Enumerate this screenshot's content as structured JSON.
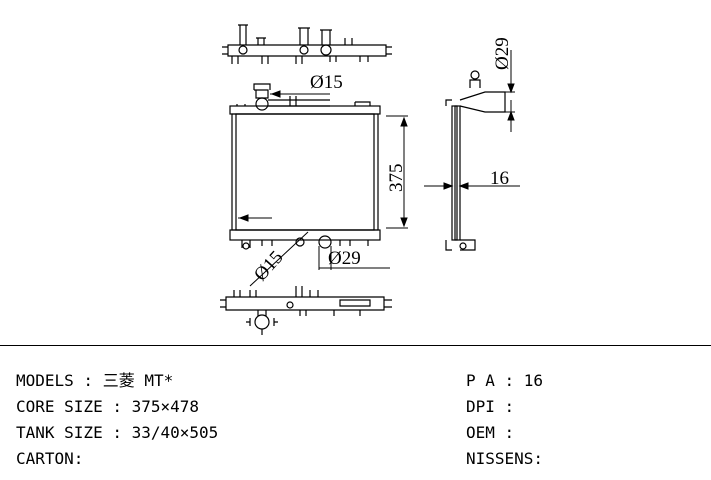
{
  "dimensions": {
    "top_outlet_diameter": "Ø15",
    "side_outlet_diameter": "Ø29",
    "core_height": "375",
    "core_thickness": "16",
    "bottom_outlet_diameter": "Ø29",
    "bottom_angled_diameter": "Ø15"
  },
  "specs": {
    "models_label": "MODELS : ",
    "models_value": "三菱 MT*",
    "core_size_label": "CORE SIZE : ",
    "core_size_value": "375×478",
    "tank_size_label": "TANK SIZE : ",
    "tank_size_value": "33/40×505",
    "carton_label": "CARTON:",
    "pa_label": "P A : ",
    "pa_value": "16",
    "dpi_label": "DPI :",
    "oem_label": "OEM :",
    "nissens_label": "NISSENS:"
  }
}
